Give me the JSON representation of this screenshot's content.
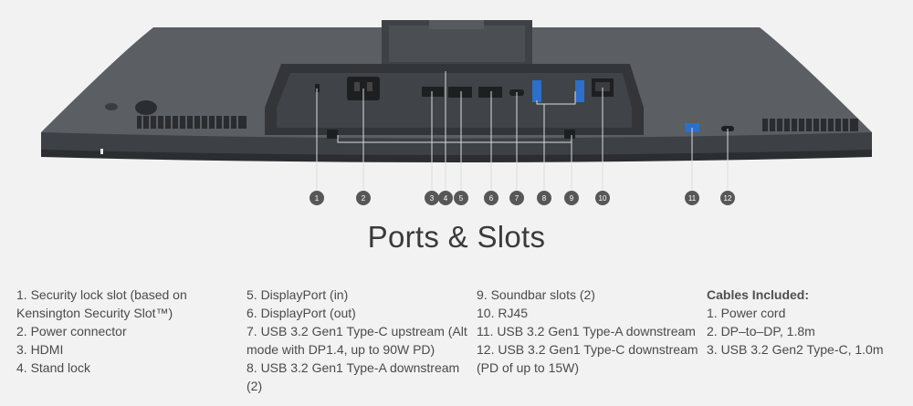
{
  "title": "Ports & Slots",
  "markers": [
    "1",
    "2",
    "3",
    "4",
    "5",
    "6",
    "7",
    "8",
    "9",
    "10",
    "11",
    "12"
  ],
  "columns": [
    {
      "lines": [
        "1. Security lock slot (based on",
        "Kensington Security Slot™)",
        "2. Power connector",
        "3. HDMI",
        "4. Stand lock"
      ]
    },
    {
      "lines": [
        "5. DisplayPort (in)",
        "6. DisplayPort (out)",
        "7. USB 3.2 Gen1 Type-C upstream (Alt",
        "mode with DP1.4, up to 90W PD)",
        "8. USB 3.2 Gen1 Type-A downstream",
        "(2)"
      ]
    },
    {
      "lines": [
        "9. Soundbar slots (2)",
        "10. RJ45",
        "11. USB 3.2 Gen1 Type-A downstream",
        "12. USB 3.2 Gen1 Type-C downstream",
        "(PD of up to 15W)"
      ]
    },
    {
      "heading": "Cables Included:",
      "lines": [
        "1. Power cord",
        "2. DP–to–DP, 1.8m",
        "3. USB 3.2 Gen2 Type-C, 1.0m"
      ]
    }
  ],
  "colors": {
    "background": "#f2f2f2",
    "monitor_body": "#5a5d61",
    "panel": "#3f4246",
    "marker": "#575757",
    "port_accent": "#2d6fc9"
  }
}
